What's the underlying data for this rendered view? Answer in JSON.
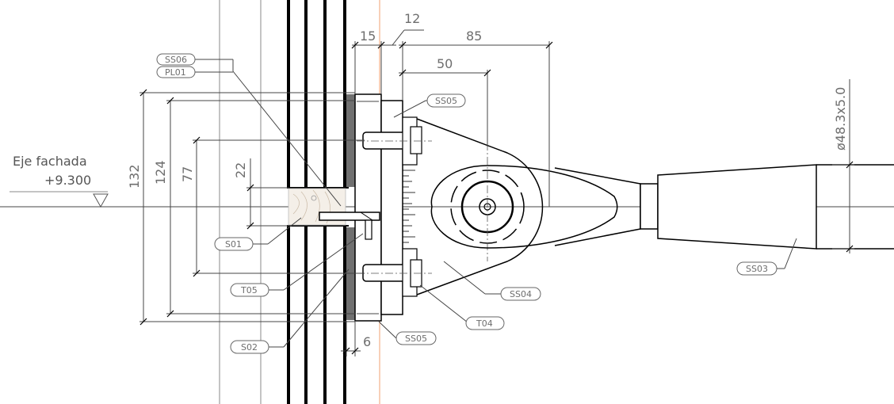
{
  "drawing": {
    "dimensions": {
      "d15": "15",
      "d12": "12",
      "d85": "85",
      "d50": "50",
      "d132": "132",
      "d124": "124",
      "d77": "77",
      "d22": "22",
      "d6": "6",
      "tube": "ø48.3x5.0"
    },
    "level": {
      "label": "Eje fachada",
      "value": "+9.300"
    },
    "tags": {
      "ss06": "SS06",
      "pl01": "PL01",
      "ss05_top": "SS05",
      "s01": "S01",
      "t05": "T05",
      "s02": "S02",
      "ss05_bottom": "SS05",
      "t04": "T04",
      "ss04": "SS04",
      "ss03": "SS03"
    }
  }
}
